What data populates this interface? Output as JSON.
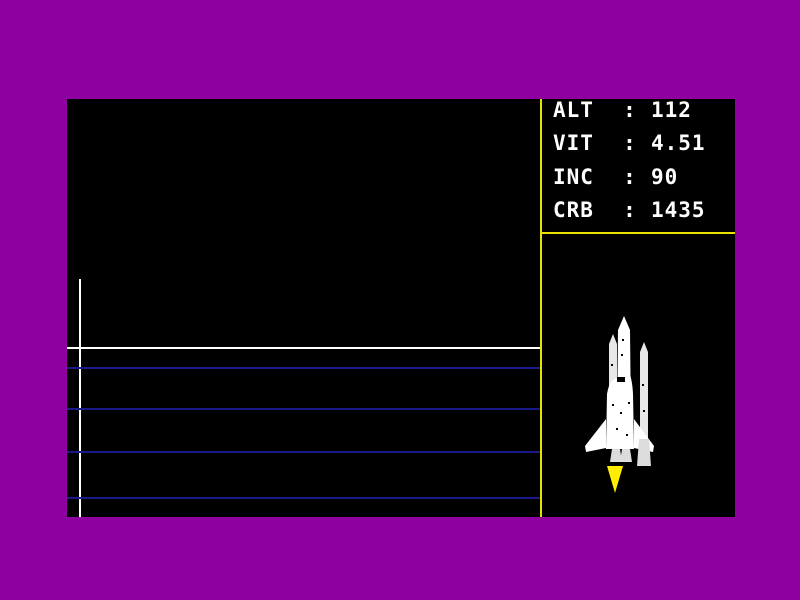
{
  "colors": {
    "background": "#8e00a0",
    "screen": "#000000",
    "divider": "#e7e200",
    "text": "#ffffff",
    "ground_line": "#ffffff",
    "layer_lines": "#1a1a8c",
    "flame": "#ffee00"
  },
  "telemetry": [
    {
      "label": "ALT",
      "sep": ":",
      "value": "112"
    },
    {
      "label": "VIT",
      "sep": ":",
      "value": "4.51"
    },
    {
      "label": "INC",
      "sep": ":",
      "value": "90"
    },
    {
      "label": "CRB",
      "sep": ":",
      "value": "1435"
    }
  ],
  "icons": {
    "shuttle": "space-shuttle-icon",
    "flame": "engine-flame-icon"
  }
}
